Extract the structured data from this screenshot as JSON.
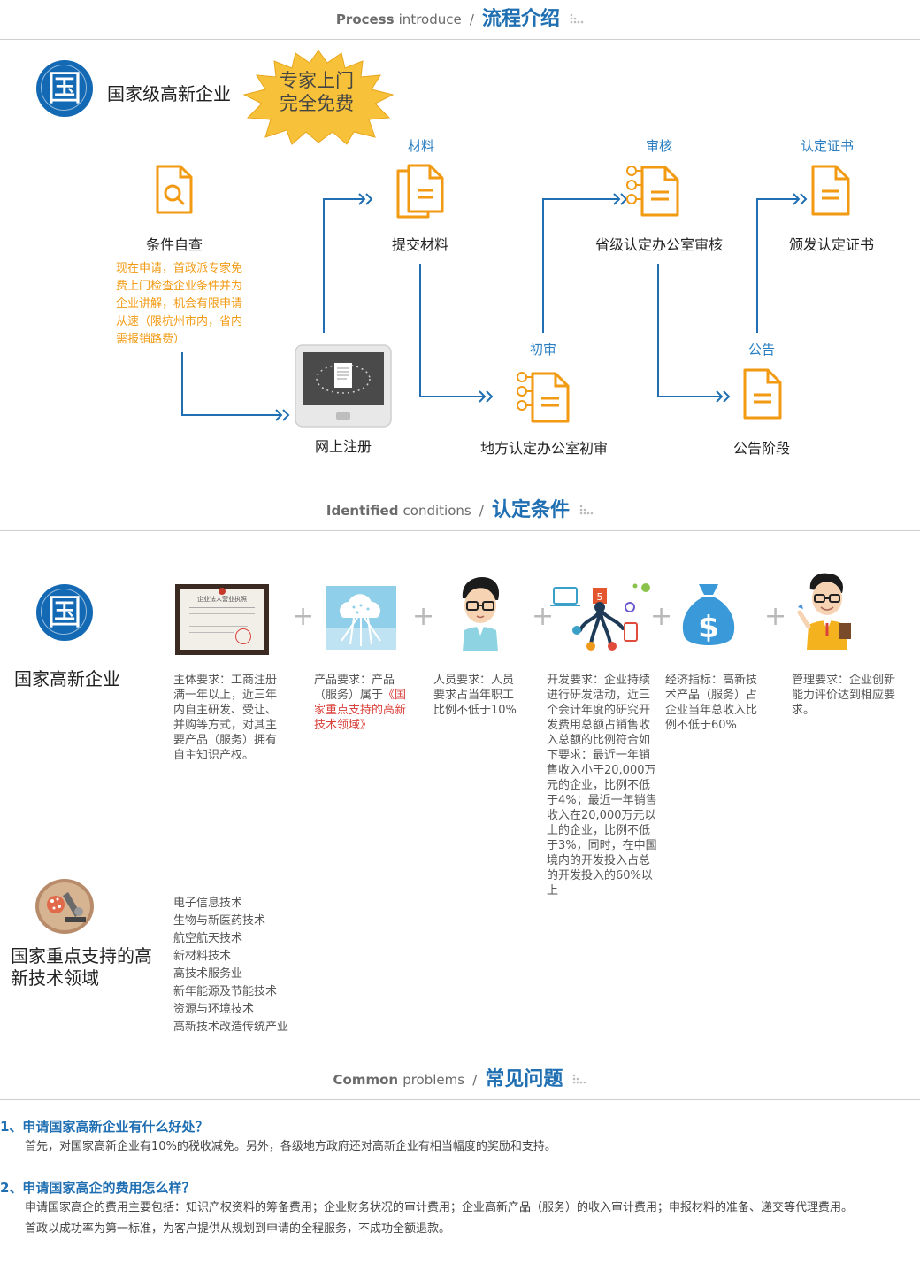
{
  "sections": {
    "process": {
      "en_bold": "Process",
      "en_rest": "introduce",
      "sep": "/",
      "cn": "流程介绍"
    },
    "conditions": {
      "en_bold": "Identified",
      "en_rest": "conditions",
      "sep": "/",
      "cn": "认定条件"
    },
    "problems": {
      "en_bold": "Common",
      "en_rest": "problems",
      "sep": "/",
      "cn": "常见问题"
    }
  },
  "process": {
    "badge_char": "国",
    "title": "国家级高新企业",
    "burst_line1": "专家上门",
    "burst_line2": "完全免费",
    "steps": {
      "self_check": "条件自查",
      "online_register": "网上注册",
      "submit": "提交材料",
      "submit_top": "材料",
      "local_review": "地方认定办公室初审",
      "local_top": "初审",
      "province_review": "省级认定办公室审核",
      "province_top": "审核",
      "publish": "公告阶段",
      "publish_top": "公告",
      "issue": "颁发认定证书",
      "issue_top": "认定证书"
    },
    "note": "现在申请，首政派专家免费上门检查企业条件并为企业讲解，机会有限申请从速（限杭州市内，省内需报销路费）"
  },
  "conditions": {
    "badge_char": "国",
    "company_label": "国家高新企业",
    "license_image_text": "企业法人营业执照",
    "items": {
      "subject": "主体要求：工商注册满一年以上，近三年内自主研发、受让、并购等方式，对其主要产品（服务）拥有自主知识产权。",
      "product_pre": "产品要求：产品（服务）属于",
      "product_red": "《国家重点支持的高新技术领域》",
      "personnel": "人员要求：人员要求占当年职工比例不低于10%",
      "rd": "开发要求：企业持续进行研发活动，近三个会计年度的研究开发费用总额占销售收入总额的比例符合如下要求：最近一年销售收入小于20,000万元的企业，比例不低于4%；最近一年销售收入在20,000万元以上的企业，比例不低于3%，同时，在中国境内的开发投入占总的开发投入的60%以上",
      "economic": "经济指标：高新技术产品（服务）占企业当年总收入比例不低于60%",
      "management": "管理要求：企业创新能力评价达到相应要求。"
    },
    "key_fields_title": "国家重点支持的高新技术领域",
    "fields": [
      "电子信息技术",
      "生物与新医药技术",
      "航空航天技术",
      "新材料技术",
      "高技术服务业",
      "新年能源及节能技术",
      "资源与环境技术",
      "高新技术改造传统产业"
    ]
  },
  "faq": [
    {
      "q": "1、申请国家高新企业有什么好处？",
      "a": [
        "首先，对国家高新企业有10%的税收减免。另外，各级地方政府还对高新企业有相当幅度的奖励和支持。"
      ]
    },
    {
      "q": "2、申请国家高企的费用怎么样？",
      "a": [
        "申请国家高企的费用主要包括：知识产权资料的筹备费用；企业财务状况的审计费用；企业高新产品（服务）的收入审计费用；申报材料的准备、递交等代理费用。",
        "首政以成功率为第一标准，为客户提供从规划到申请的全程服务，不成功全额退款。"
      ]
    }
  ],
  "colors": {
    "accent_blue": "#1f6fb2",
    "badge_blue": "#1469b4",
    "orange": "#f29a12",
    "red": "#d9423c",
    "burst": "#f7c23a"
  },
  "icons": [
    "search-doc-icon",
    "document-icon",
    "document-stack-icon",
    "document-network-icon",
    "monitor-icon",
    "money-bag-icon",
    "cloud-icon",
    "tech-devices-icon"
  ]
}
